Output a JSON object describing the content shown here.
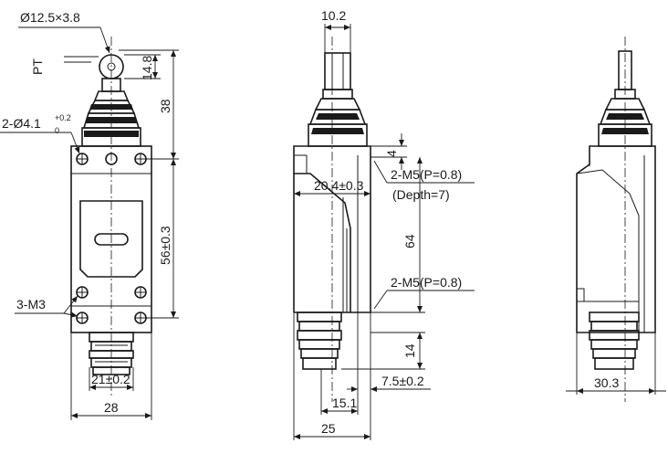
{
  "labels": {
    "roller": "Ø12.5×3.8",
    "pt": "PT",
    "roller_height": "14.8",
    "head_height": "38",
    "mount_holes": "2-Ø4.1",
    "mount_tol_upper": "+0.2",
    "mount_tol_lower": "0",
    "body_height": "56±0.3",
    "m3_holes": "3-M3",
    "bottom_width": "21±0.2",
    "total_width": "28",
    "plunger_width": "10.2",
    "small_offset": "4",
    "side_depth": "20.4±0.3",
    "m5_top": "2-M5(P=0.8)",
    "m5_depth": "(Depth=7)",
    "m5_spacing": "64",
    "m5_bottom": "2-M5(P=0.8)",
    "bottom_offset": "14",
    "side_offset": "7.5±0.2",
    "neck_offset": "15.1",
    "side_width": "25",
    "rear_width": "30.3"
  }
}
